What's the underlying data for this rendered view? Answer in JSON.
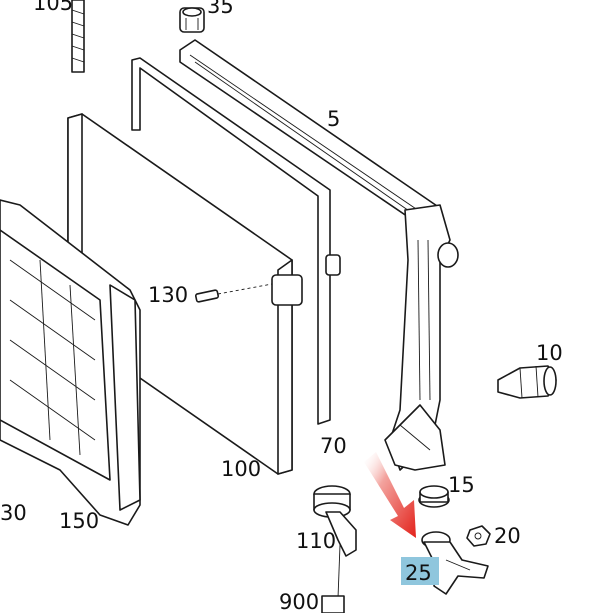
{
  "callouts": {
    "c105": "105",
    "c35": "35",
    "c5": "5",
    "c130": "130",
    "c10": "10",
    "c70": "70",
    "c100": "100",
    "c15": "15",
    "c30": "30",
    "c150": "150",
    "c110": "110",
    "c20": "20",
    "c25": "25",
    "c900": "900"
  },
  "highlight": {
    "part": "25",
    "color": "#8fc6dd"
  },
  "arrow": {
    "color": "#e3221b",
    "points_to": "25"
  }
}
